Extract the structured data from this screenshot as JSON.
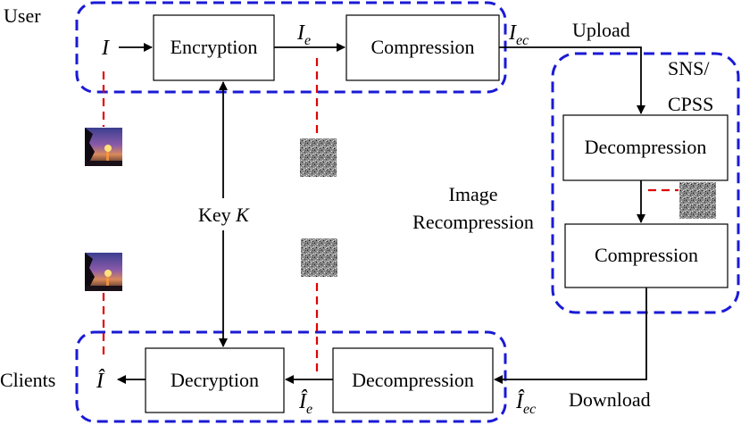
{
  "groups": {
    "user": "User",
    "sns": "SNS/\nCPSS",
    "clients": "Clients"
  },
  "boxes": {
    "encryption": "Encryption",
    "compression_top": "Compression",
    "decompression_sns": "Decompression",
    "compression_sns": "Compression",
    "decompression_bottom": "Decompression",
    "decryption": "Decryption"
  },
  "labels": {
    "upload": "Upload",
    "download": "Download",
    "key": "Key",
    "key_symbol": "K",
    "recompression_line1": "Image",
    "recompression_line2": "Recompression"
  },
  "symbols": {
    "input": "I",
    "encrypted": "I",
    "encrypted_sub": "e",
    "encrypted_compressed": "I",
    "encrypted_compressed_sub": "ec",
    "rec_encrypted_compressed": "Î",
    "rec_encrypted_compressed_sub": "ec",
    "rec_encrypted": "Î",
    "rec_encrypted_sub": "e",
    "output": "Î"
  },
  "colors": {
    "group_border": "#1a1ad6",
    "dashed_link": "#e00000"
  },
  "thumbnails": {
    "plain": "sunset-photo",
    "cipher": "noise-image"
  }
}
